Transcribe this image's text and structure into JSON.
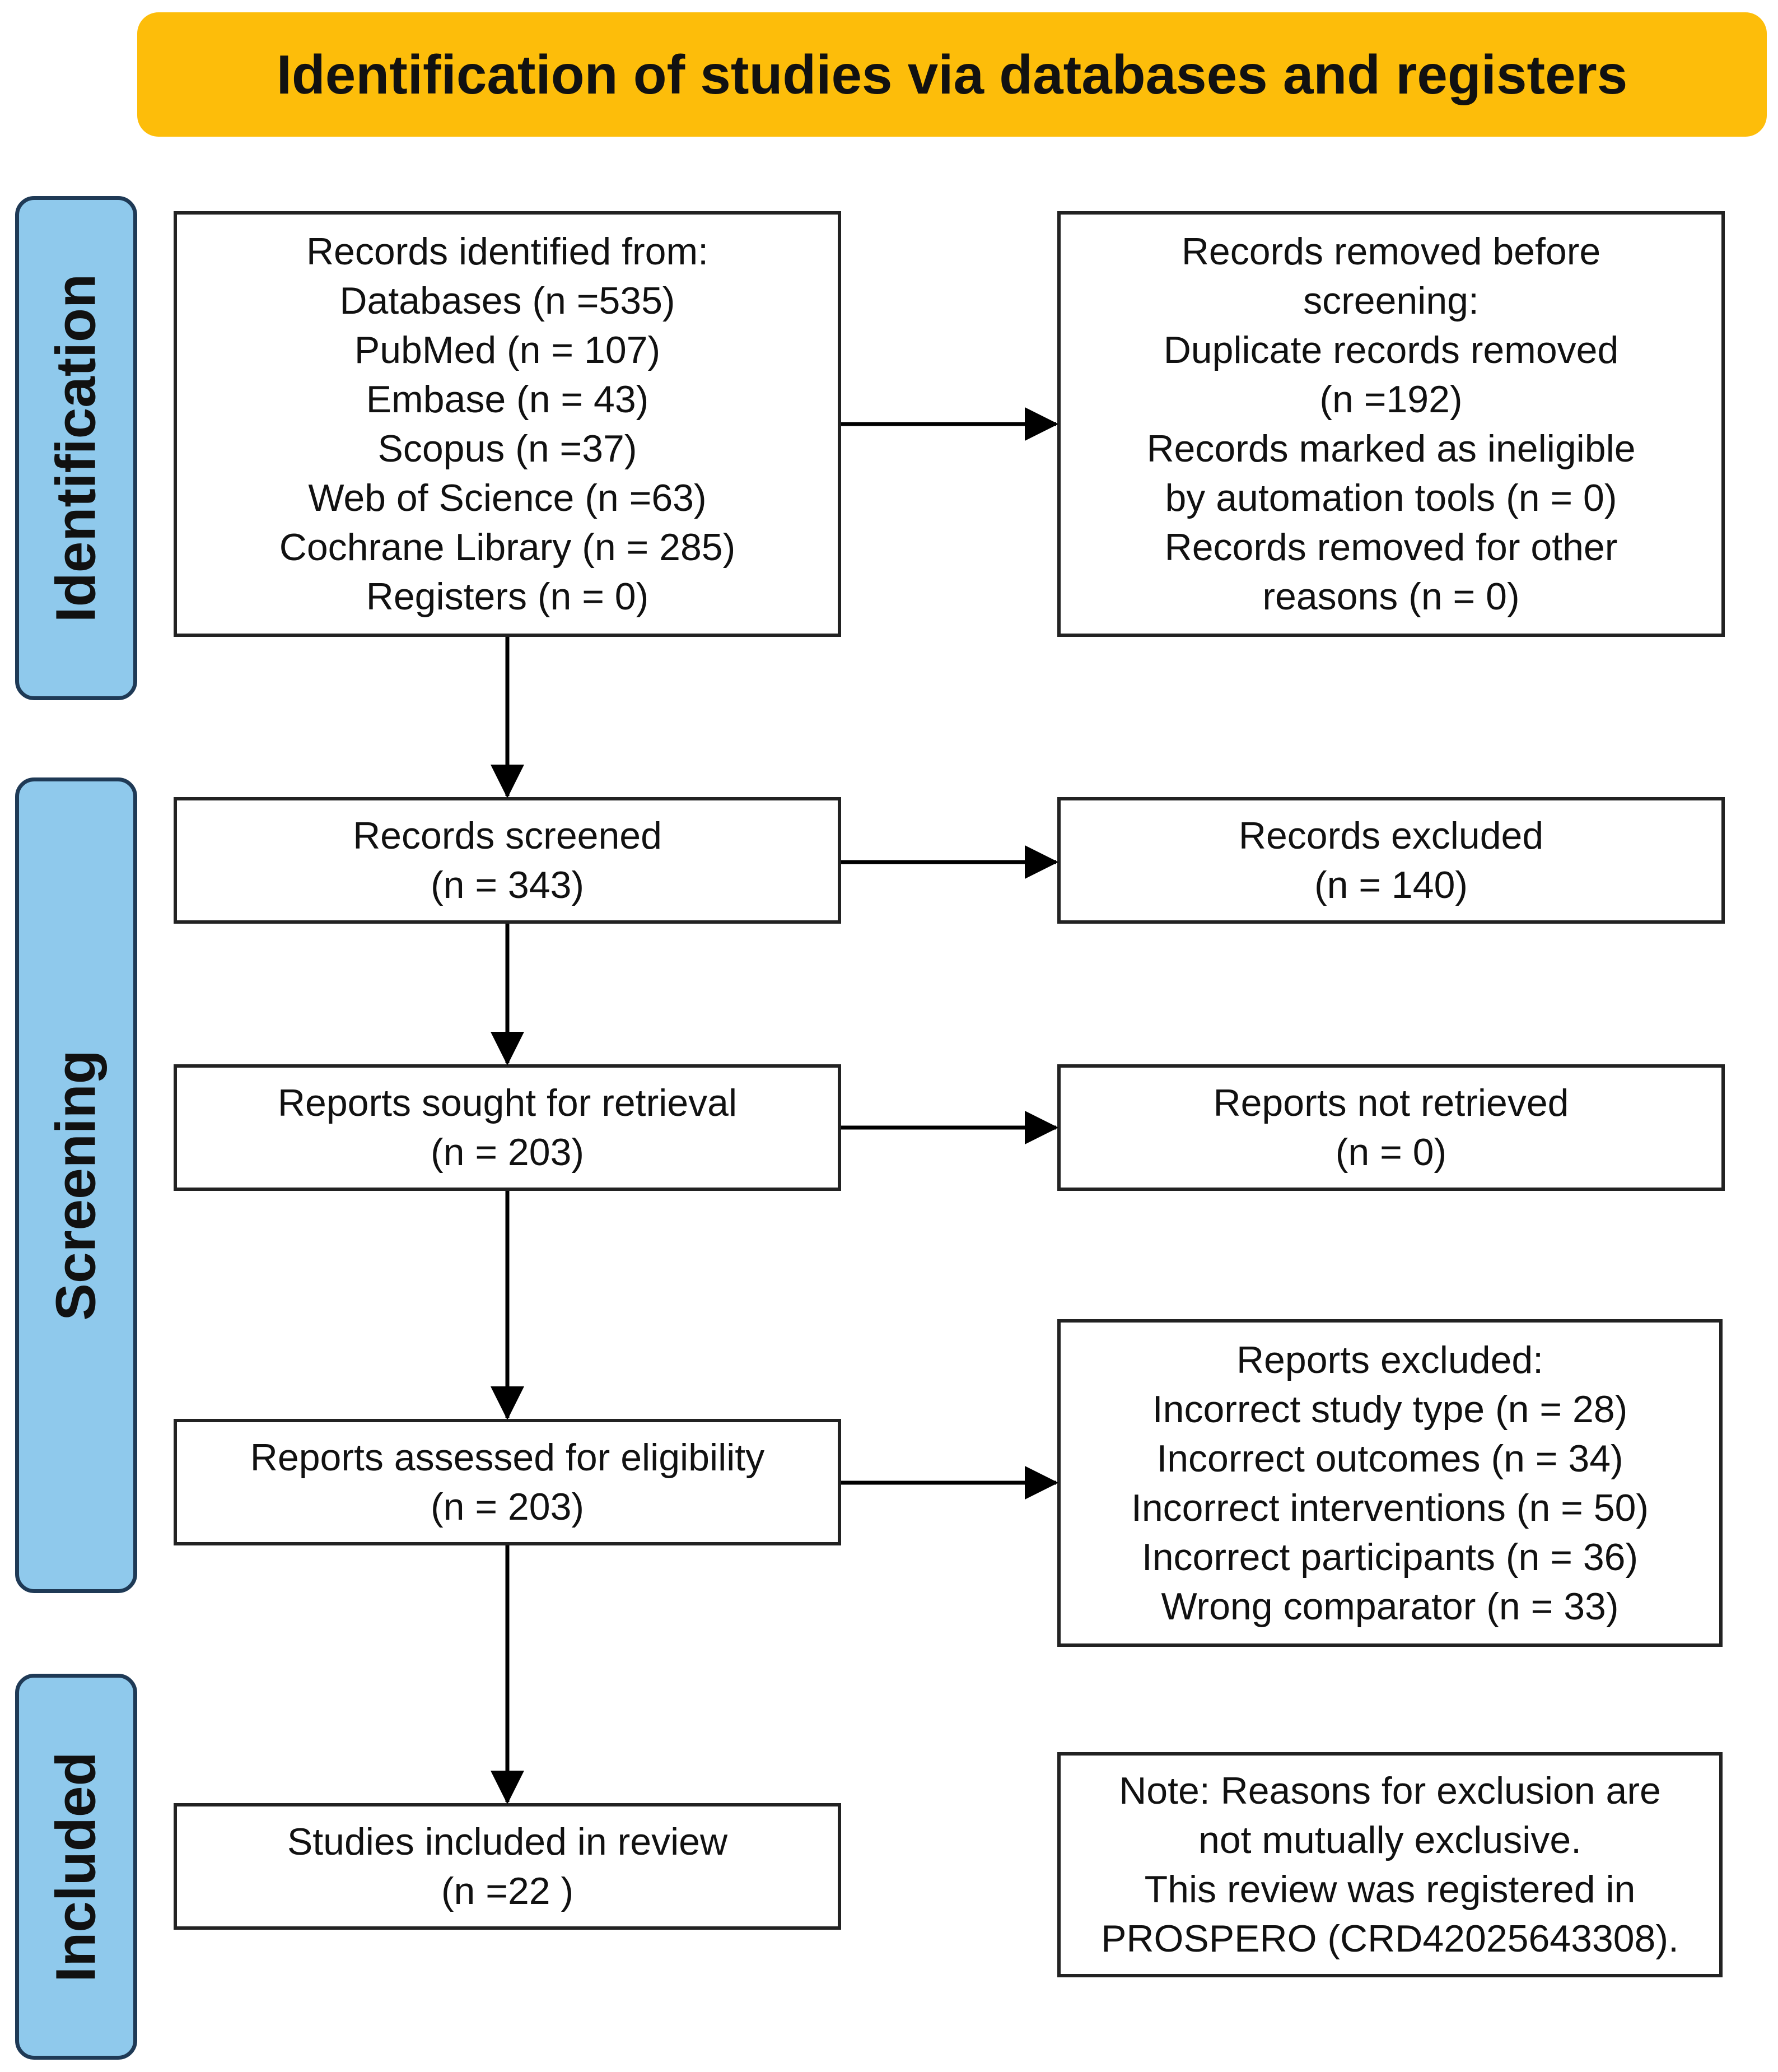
{
  "banner": {
    "title": "Identification of studies via databases and registers"
  },
  "phases": {
    "identification": "Identification",
    "screening": "Screening",
    "included": "Included"
  },
  "boxes": {
    "identified": [
      "Records identified from:",
      "Databases (n =535)",
      "PubMed (n = 107)",
      "Embase (n = 43)",
      "Scopus (n =37)",
      "Web of Science (n =63)",
      "Cochrane Library (n = 285)",
      "Registers (n = 0)"
    ],
    "removed": [
      "Records removed before",
      "screening:",
      "Duplicate records removed",
      "(n =192)",
      "Records marked as ineligible",
      "by automation tools (n = 0)",
      "Records removed for other",
      "reasons (n = 0)"
    ],
    "screened": [
      "Records screened",
      "(n = 343)"
    ],
    "excluded": [
      "Records excluded",
      "(n = 140)"
    ],
    "sought": [
      "Reports sought for retrieval",
      "(n = 203)"
    ],
    "not_retrieved": [
      "Reports not retrieved",
      "(n = 0)"
    ],
    "assessed": [
      "Reports assessed for eligibility",
      "(n = 203)"
    ],
    "reports_excluded": [
      "Reports excluded:",
      "Incorrect study type (n = 28)",
      "Incorrect outcomes (n = 34)",
      "Incorrect interventions (n = 50)",
      "Incorrect participants (n = 36)",
      "Wrong comparator (n = 33)"
    ],
    "included": [
      "Studies included in review",
      "(n =22 )"
    ],
    "note": [
      "Note: Reasons for exclusion are",
      "not mutually exclusive.",
      "This review was registered in",
      "PROSPERO (CRD42025643308)."
    ]
  },
  "colors": {
    "banner": "#FDBD0A",
    "phase_fill": "#8FC9EC",
    "phase_border": "#1f3a56",
    "box_border": "#222222",
    "arrow": "#000000"
  }
}
